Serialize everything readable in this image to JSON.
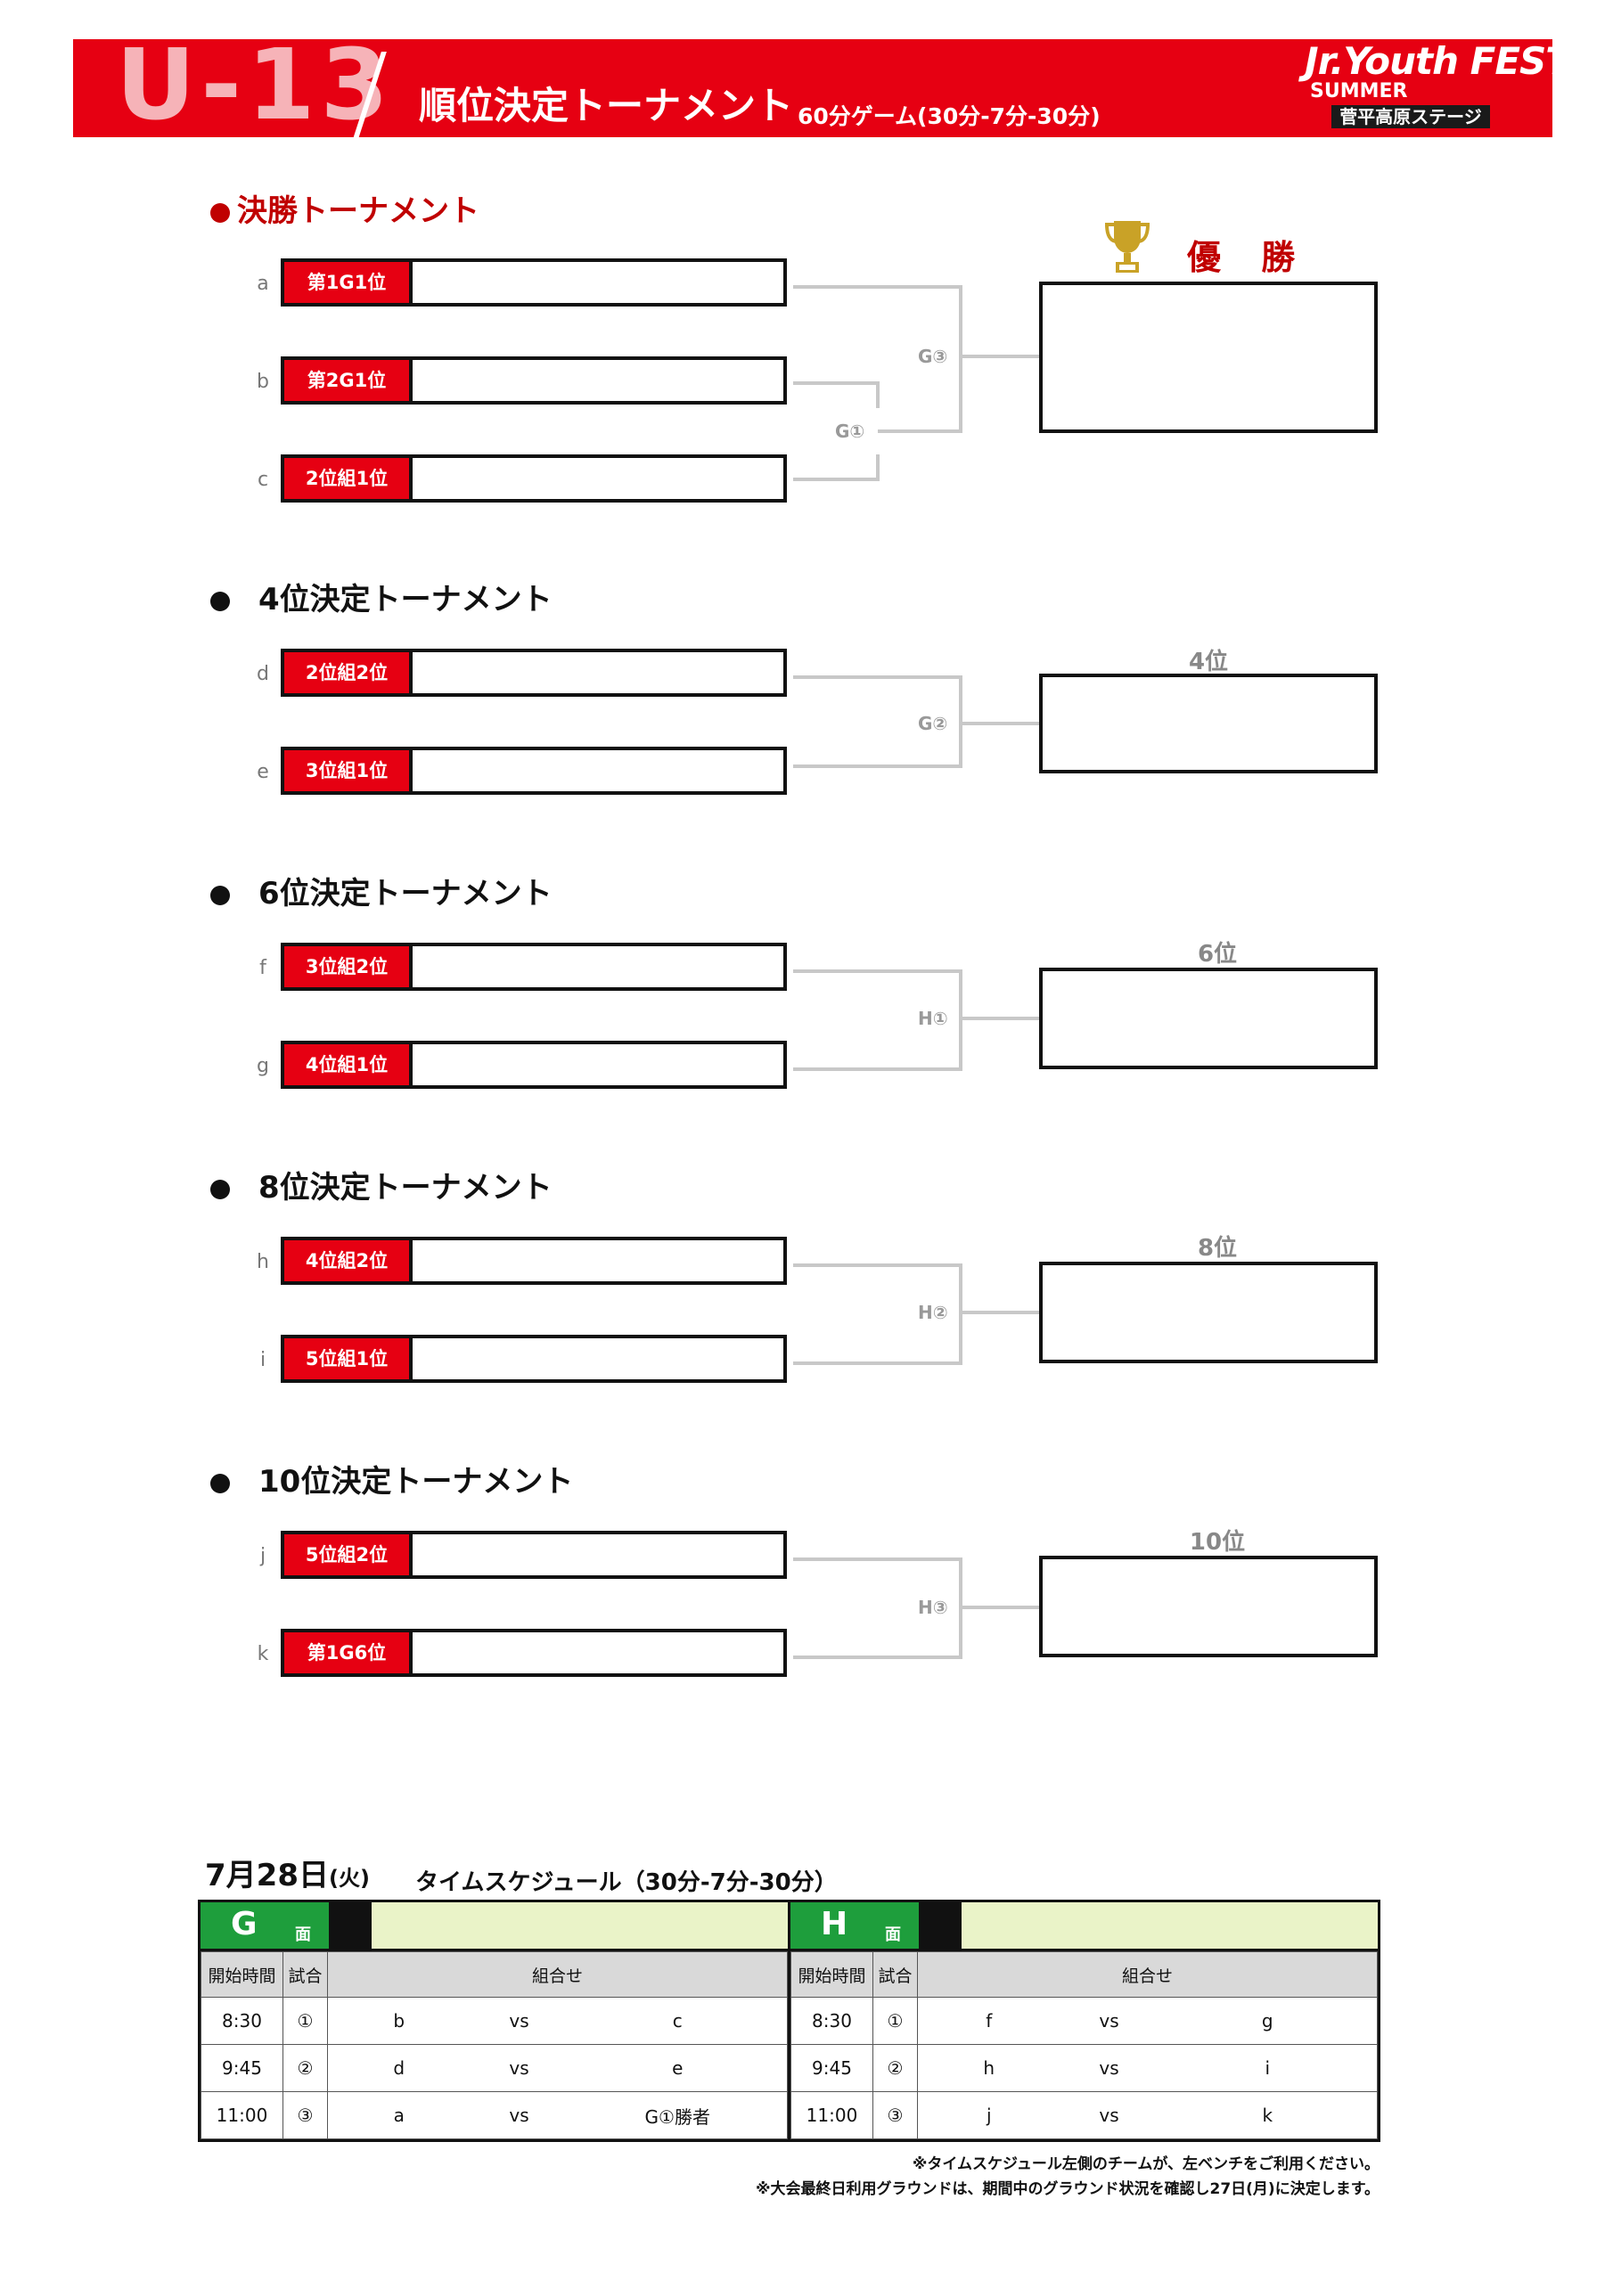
{
  "header": {
    "age": "U-13",
    "title": "順位決定トーナメント",
    "subtitle": "60分ゲーム(30分-7分-30分)",
    "logo_main": "Jr.Youth FESTA",
    "logo_sub": "SUMMER",
    "logo_stage": "菅平高原ステージ"
  },
  "final": {
    "heading": "決勝トーナメント",
    "champion_label": "優 勝",
    "game_top": "G③",
    "game_semi": "G①",
    "slots": [
      {
        "letter": "a",
        "seed": "第1G1位"
      },
      {
        "letter": "b",
        "seed": "第2G1位"
      },
      {
        "letter": "c",
        "seed": "2位組1位"
      }
    ]
  },
  "brackets": [
    {
      "heading": "4位決定トーナメント",
      "result": "4位",
      "game": "G②",
      "slots": [
        {
          "letter": "d",
          "seed": "2位組2位"
        },
        {
          "letter": "e",
          "seed": "3位組1位"
        }
      ]
    },
    {
      "heading": "6位決定トーナメント",
      "result": "6位",
      "game": "H①",
      "slots": [
        {
          "letter": "f",
          "seed": "3位組2位"
        },
        {
          "letter": "g",
          "seed": "4位組1位"
        }
      ]
    },
    {
      "heading": "8位決定トーナメント",
      "result": "8位",
      "game": "H②",
      "slots": [
        {
          "letter": "h",
          "seed": "4位組2位"
        },
        {
          "letter": "i",
          "seed": "5位組1位"
        }
      ]
    },
    {
      "heading": "10位決定トーナメント",
      "result": "10位",
      "game": "H③",
      "slots": [
        {
          "letter": "j",
          "seed": "5位組2位"
        },
        {
          "letter": "k",
          "seed": "第1G6位"
        }
      ]
    }
  ],
  "schedule": {
    "date_md": "7月28日",
    "date_dow": "(火)",
    "title": "タイムスケジュール（30分-7分-30分）",
    "col_time": "開始時間",
    "col_game": "試合",
    "col_match": "組合せ",
    "men": "面",
    "vs": "vs",
    "courts": [
      {
        "court": "G",
        "rows": [
          {
            "time": "8:30",
            "game": "①",
            "home": "b",
            "away": "c"
          },
          {
            "time": "9:45",
            "game": "②",
            "home": "d",
            "away": "e"
          },
          {
            "time": "11:00",
            "game": "③",
            "home": "a",
            "away": "G①勝者"
          }
        ]
      },
      {
        "court": "H",
        "rows": [
          {
            "time": "8:30",
            "game": "①",
            "home": "f",
            "away": "g"
          },
          {
            "time": "9:45",
            "game": "②",
            "home": "h",
            "away": "i"
          },
          {
            "time": "11:00",
            "game": "③",
            "home": "j",
            "away": "k"
          }
        ]
      }
    ],
    "notes": [
      "※タイムスケジュール左側のチームが、左ベンチをご利用ください。",
      "※大会最終日利用グラウンドは、期間中のグラウンド状況を確認し27日(月)に決定します。"
    ]
  }
}
